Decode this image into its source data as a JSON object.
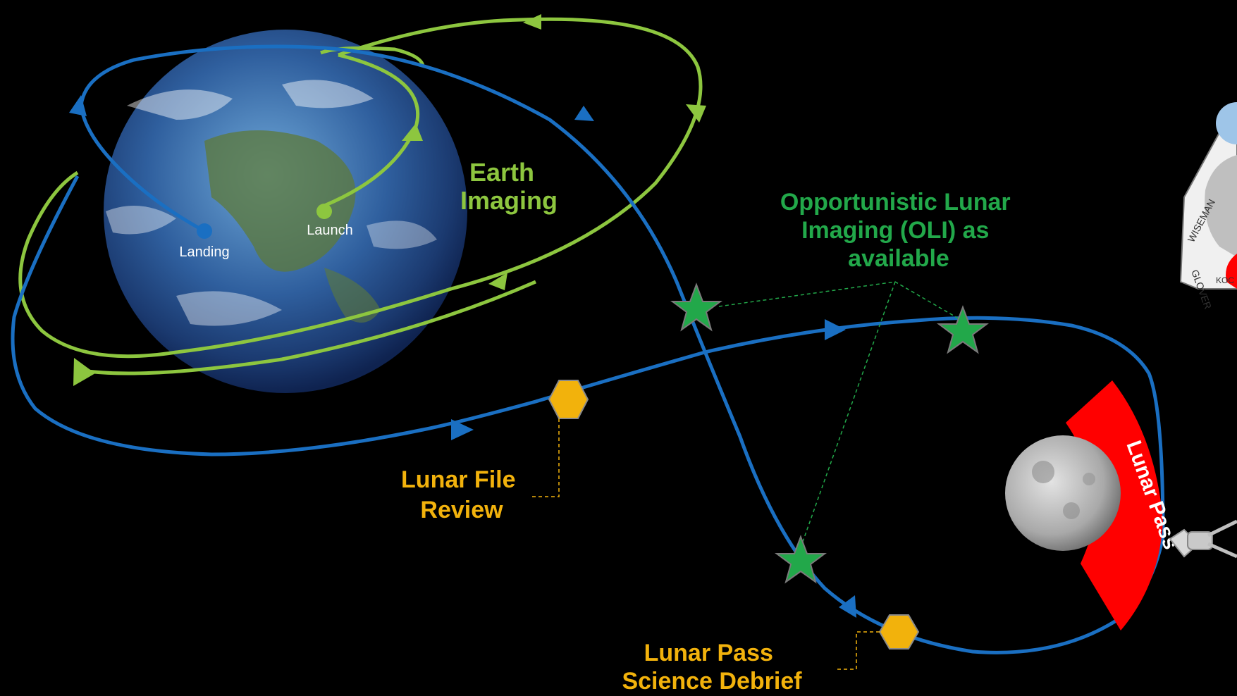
{
  "colors": {
    "background": "#000000",
    "trajectory": "#1a6fc2",
    "earth_imaging": "#8dc63f",
    "olithe": "#22a84a",
    "review": "#f2b20c",
    "lunar_pass": "#ff0000"
  },
  "earth": {
    "launch_label": "Launch",
    "landing_label": "Landing"
  },
  "labels": {
    "earth_imaging": [
      "Earth",
      "Imaging"
    ],
    "oli": [
      "Opportunistic Lunar",
      "Imaging (OLI) as",
      "available"
    ],
    "lunar_file_review": [
      "Lunar File",
      "Review"
    ],
    "lunar_pass_debrief": [
      "Lunar Pass",
      "Science Debrief"
    ],
    "lunar_pass_zone": "Lunar Pass"
  },
  "patch": {
    "names": [
      "WISEMAN",
      "GLOVER",
      "KOC"
    ]
  },
  "icons": [
    "earth-icon",
    "moon-icon",
    "orion-spacecraft-icon",
    "star-icon",
    "hexagon-icon",
    "mission-patch-icon"
  ]
}
